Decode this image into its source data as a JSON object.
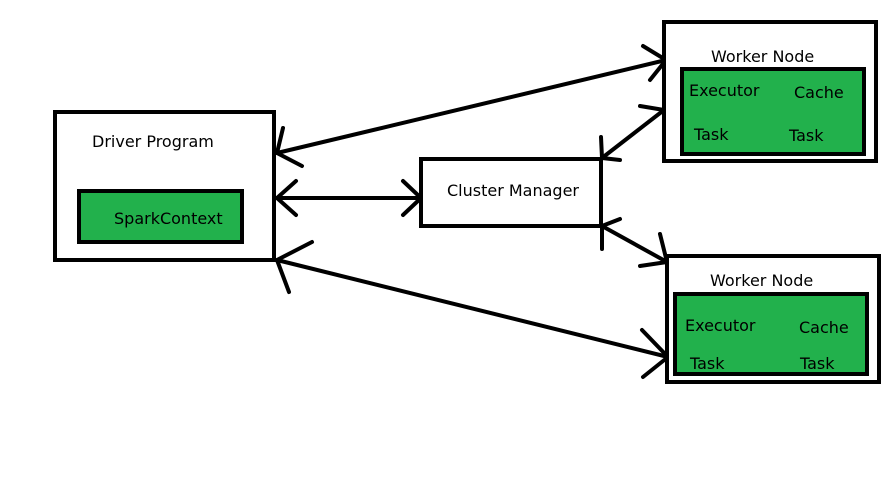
{
  "driver": {
    "title": "Driver Program",
    "context": "SparkContext"
  },
  "cluster_manager": {
    "title": "Cluster Manager"
  },
  "workers": [
    {
      "title": "Worker Node",
      "executor": "Executor",
      "cache": "Cache",
      "task_left": "Task",
      "task_right": "Task"
    },
    {
      "title": "Worker Node",
      "executor": "Executor",
      "cache": "Cache",
      "task_left": "Task",
      "task_right": "Task"
    }
  ],
  "colors": {
    "component_fill": "#22b14c",
    "stroke": "#000000",
    "background": "#ffffff"
  }
}
